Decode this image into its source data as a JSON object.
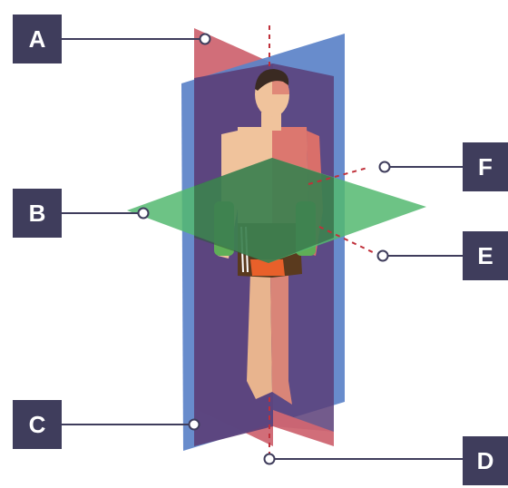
{
  "labels": {
    "a": "A",
    "b": "B",
    "c": "C",
    "d": "D",
    "e": "E",
    "f": "F"
  },
  "colors": {
    "label_box": "#3f3d5c",
    "sagittal_plane": "#cf6672",
    "coronal_plane": "#5b82c8",
    "transverse_plane": "#53b870",
    "leader_line": "#3f3d5c",
    "axis_dash": "#c0303a",
    "skin": "#f0c39c",
    "shorts": "#5a3a1e",
    "shorts_accent": "#e8602a",
    "gloves": "#5fae57",
    "hair": "#3a2a22"
  },
  "icons": {
    "figure": "human-figure",
    "marker": "hollow-circle-marker"
  }
}
